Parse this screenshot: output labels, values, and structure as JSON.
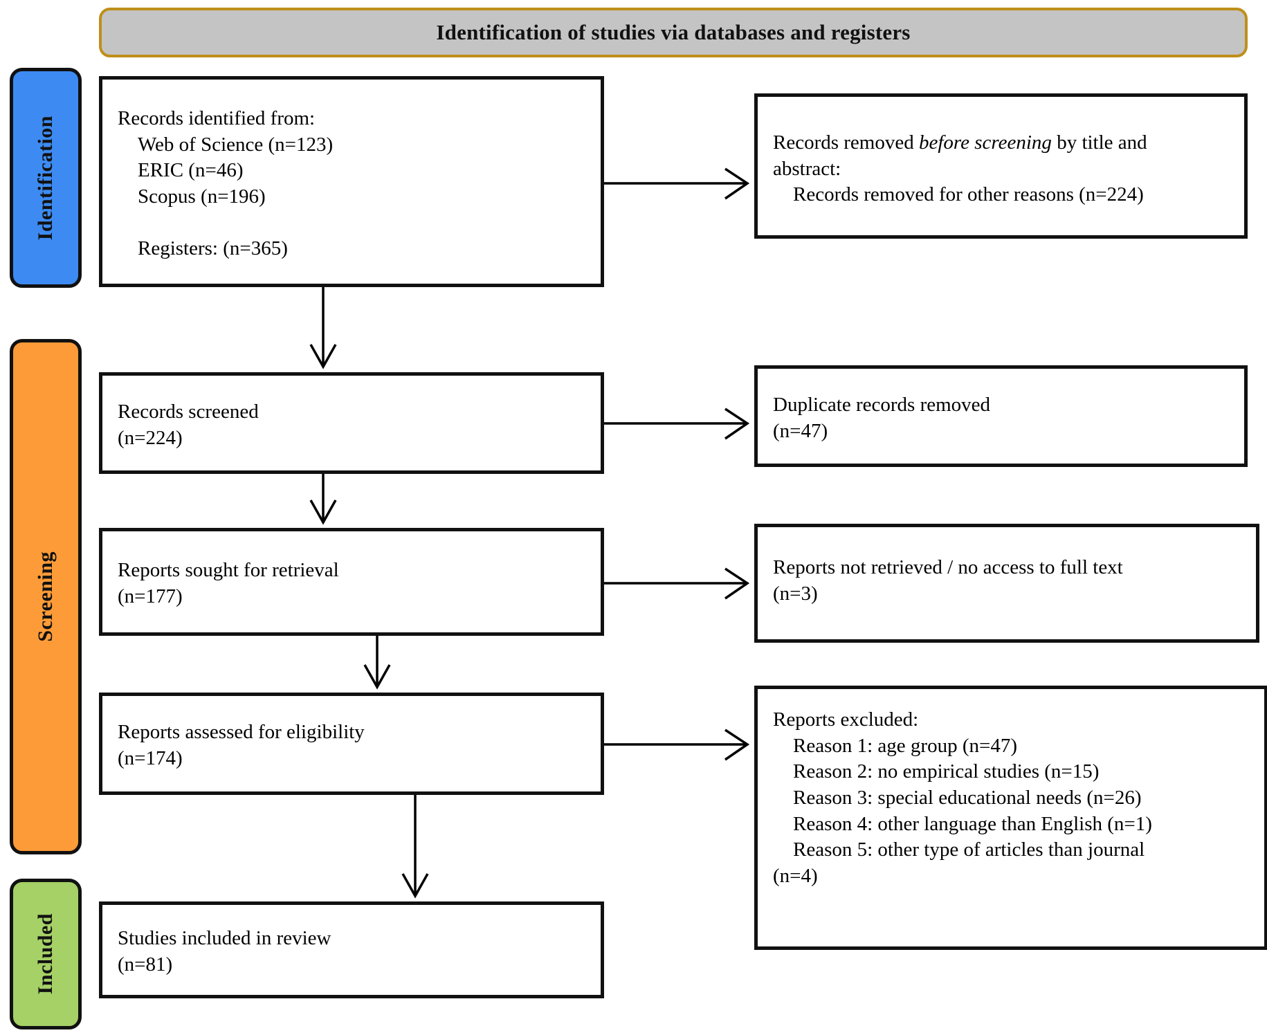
{
  "diagram": {
    "type": "prisma-flow-diagram",
    "banner_title": "Identification of studies via databases and registers"
  },
  "stages": [
    {
      "id": "identification",
      "label": "Identification",
      "color": "#3d8bf2"
    },
    {
      "id": "screening",
      "label": "Screening",
      "color": "#fc9b38"
    },
    {
      "id": "included",
      "label": "Included",
      "color": "#a5d166"
    }
  ],
  "boxes": {
    "identified": {
      "name": "records-identified",
      "text": "Records identified from:\n    Web of Science (n=123)\n    ERIC (n=46)\n    Scopus (n=196)\n\n    Registers: (n=365)"
    },
    "removed_before_screening": {
      "name": "records-removed-before-screening",
      "line1_pre": "Records removed ",
      "line1_italic": "before screening",
      "line1_post": " by title and",
      "rest": "\nabstract:\n    Records removed for other reasons (n=224)"
    },
    "screened": {
      "name": "records-screened",
      "text": "Records screened\n(n=224)"
    },
    "duplicates_removed": {
      "name": "duplicate-records-removed",
      "text": "Duplicate records removed\n(n=47)"
    },
    "sought_for_retrieval": {
      "name": "reports-sought-for-retrieval",
      "text": "Reports sought for retrieval\n(n=177)"
    },
    "not_retrieved": {
      "name": "reports-not-retrieved",
      "text": "Reports not retrieved / no access to full text\n(n=3)"
    },
    "assessed": {
      "name": "reports-assessed-for-eligibility",
      "text": "Reports assessed for eligibility\n(n=174)"
    },
    "excluded": {
      "name": "reports-excluded",
      "text": "Reports excluded:\n    Reason 1: age group (n=47)\n    Reason 2: no empirical studies (n=15)\n    Reason 3: special educational needs (n=26)\n    Reason 4: other language than English (n=1)\n    Reason 5: other type of articles than journal\n(n=4)"
    },
    "included": {
      "name": "studies-included-in-review",
      "text": "Studies included in review\n(n=81)"
    }
  },
  "counts": {
    "web_of_science": 123,
    "eric": 46,
    "scopus": 196,
    "registers": 365,
    "removed_before_screening": 224,
    "records_screened": 224,
    "duplicates_removed": 47,
    "reports_sought": 177,
    "reports_not_retrieved": 3,
    "reports_assessed": 174,
    "reason_1_age_group": 47,
    "reason_2_no_empirical_studies": 15,
    "reason_3_special_educational_needs": 26,
    "reason_4_other_language": 1,
    "reason_5_other_article_type": 4,
    "studies_included": 81
  },
  "colors": {
    "identification": "#3d8bf2",
    "screening": "#fc9b38",
    "included": "#a5d166",
    "banner_fill": "#c4c4c4",
    "banner_border": "#bf8f1a",
    "box_border": "#111111",
    "line": "#000000"
  }
}
